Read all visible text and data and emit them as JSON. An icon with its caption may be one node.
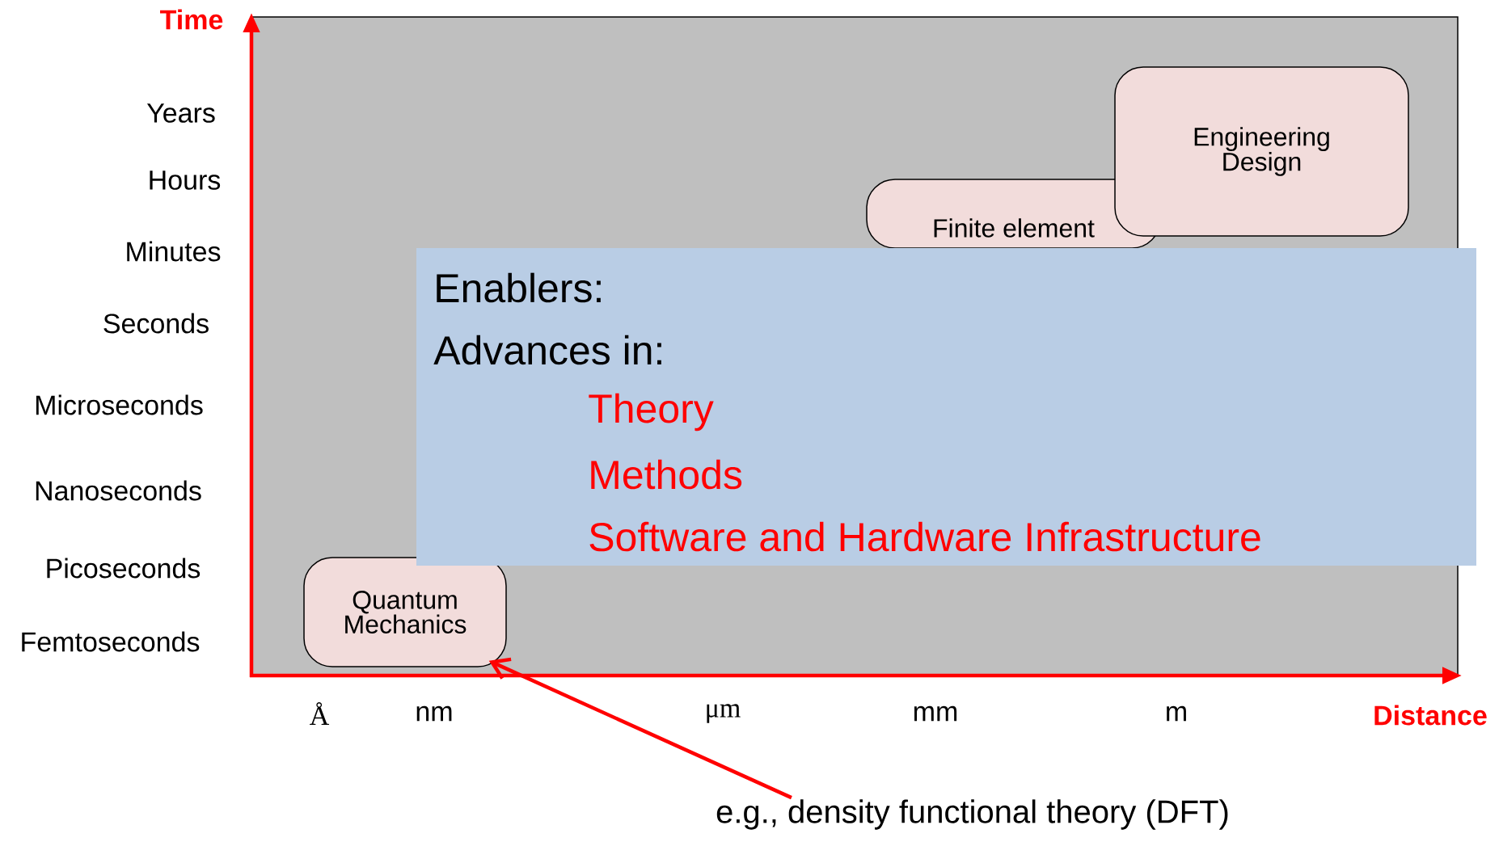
{
  "diagram": {
    "nodes": [
      {
        "text": [
          "Engineering Design"
        ]
      },
      {
        "text": [
          "Finite element"
        ]
      },
      {
        "text": [
          "Enablers:",
          "Advances in:",
          "Theory",
          "Methods",
          "Software and Hardware Infrastructure"
        ]
      },
      {
        "text": [
          "Quantum Mechanics"
        ]
      },
      {
        "text": [
          "e.g., density functional theory (DFT)"
        ]
      }
    ],
    "edges": [
      {
        "from": 4,
        "to": 3,
        "arrow": "to"
      }
    ],
    "labels": [
      "Time",
      "Years",
      "Hours",
      "Minutes",
      "Seconds",
      "Microseconds",
      "Nanoseconds",
      "Picoseconds",
      "Femtoseconds",
      "Å",
      "nm",
      "μm",
      "mm",
      "m",
      "Distance"
    ]
  }
}
